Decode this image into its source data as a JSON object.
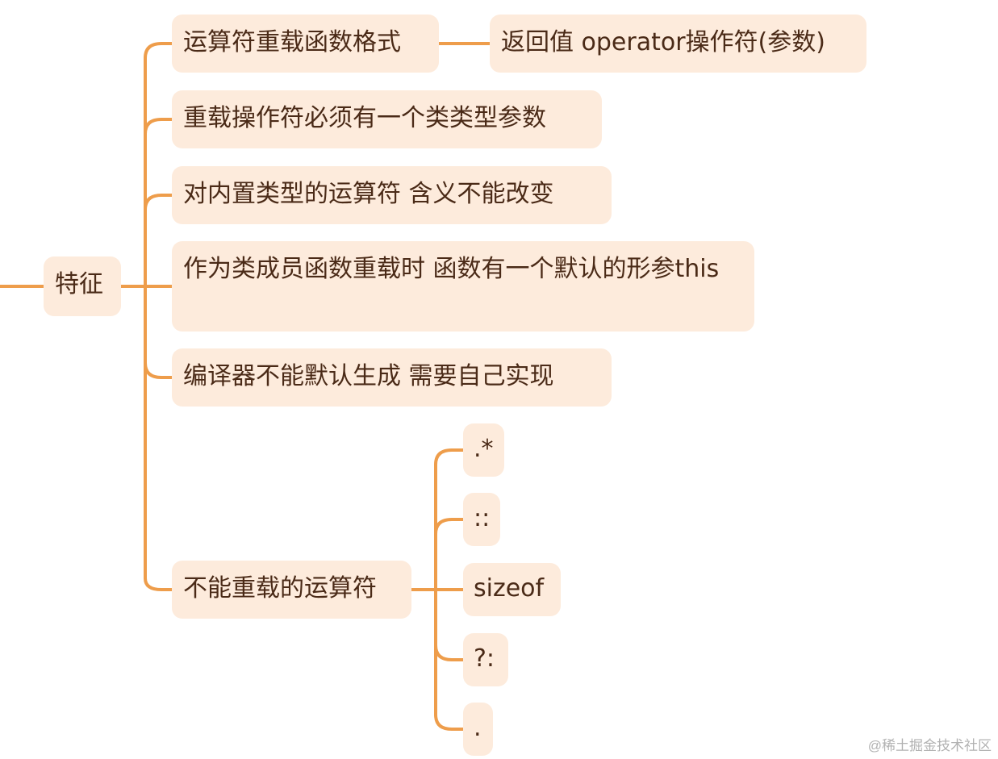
{
  "colors": {
    "edge": "#ee9d4b",
    "node_fill": "#fdebdc",
    "node_text": "#4a2a17"
  },
  "mindmap": {
    "root": {
      "label": "特征"
    },
    "branches": [
      {
        "label": "运算符重载函数格式",
        "child": "返回值 operator操作符(参数)"
      },
      {
        "label": "重载操作符必须有一个类类型参数"
      },
      {
        "label": "对内置类型的运算符 含义不能改变"
      },
      {
        "label": "作为类成员函数重载时  函数有一个默认的形参this"
      },
      {
        "label": "编译器不能默认生成 需要自己实现"
      },
      {
        "label": "不能重载的运算符"
      }
    ],
    "operators": [
      ".*",
      "::",
      "sizeof",
      "?:",
      "."
    ]
  },
  "watermark": "@稀土掘金技术社区"
}
